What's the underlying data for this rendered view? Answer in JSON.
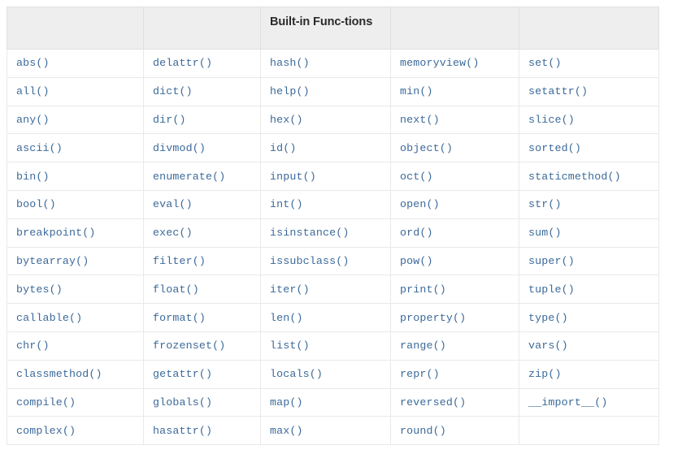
{
  "table": {
    "name": "python-builtin-functions-table",
    "header": {
      "col1": "",
      "col2": "",
      "col3": "Built-in Func-tions",
      "col4": "",
      "col5": ""
    },
    "columns": 5,
    "rows": [
      [
        "abs()",
        "delattr()",
        "hash()",
        "memoryview()",
        "set()"
      ],
      [
        "all()",
        "dict()",
        "help()",
        "min()",
        "setattr()"
      ],
      [
        "any()",
        "dir()",
        "hex()",
        "next()",
        "slice()"
      ],
      [
        "ascii()",
        "divmod()",
        "id()",
        "object()",
        "sorted()"
      ],
      [
        "bin()",
        "enumerate()",
        "input()",
        "oct()",
        "staticmethod()"
      ],
      [
        "bool()",
        "eval()",
        "int()",
        "open()",
        "str()"
      ],
      [
        "breakpoint()",
        "exec()",
        "isinstance()",
        "ord()",
        "sum()"
      ],
      [
        "bytearray()",
        "filter()",
        "issubclass()",
        "pow()",
        "super()"
      ],
      [
        "bytes()",
        "float()",
        "iter()",
        "print()",
        "tuple()"
      ],
      [
        "callable()",
        "format()",
        "len()",
        "property()",
        "type()"
      ],
      [
        "chr()",
        "frozenset()",
        "list()",
        "range()",
        "vars()"
      ],
      [
        "classmethod()",
        "getattr()",
        "locals()",
        "repr()",
        "zip()"
      ],
      [
        "compile()",
        "globals()",
        "map()",
        "reversed()",
        "__import__()"
      ],
      [
        "complex()",
        "hasattr()",
        "max()",
        "round()",
        ""
      ]
    ]
  },
  "colors": {
    "link_text": "#3c6a9a",
    "header_background": "#eeeeee",
    "header_text": "#2b2b2b",
    "border": "#e9e9e9",
    "page_background": "#ffffff"
  }
}
